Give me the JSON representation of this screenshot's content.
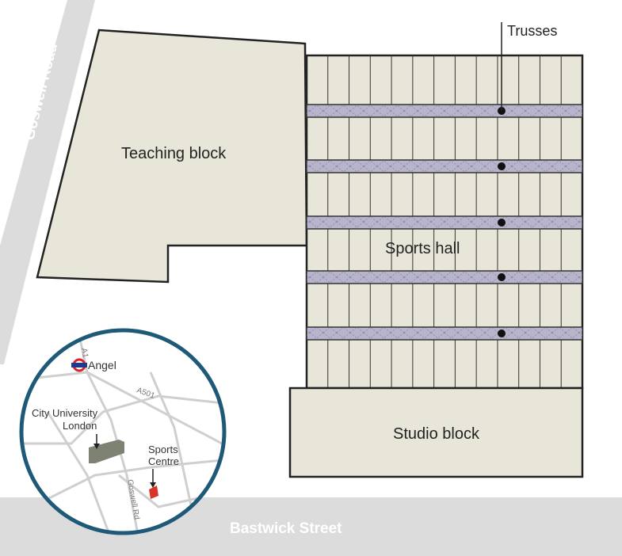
{
  "roads": {
    "goswell_road": "Goswell Road",
    "bastwick_street": "Bastwick Street"
  },
  "buildings": {
    "teaching_block": "Teaching block",
    "sports_hall": "Sports hall",
    "studio_block": "Studio block"
  },
  "annotations": {
    "trusses": "Trusses"
  },
  "inset_map": {
    "angel": "Angel",
    "a1": "A1",
    "a501": "A501",
    "city_university_line1": "City University",
    "city_university_line2": "London",
    "sports_centre_line1": "Sports",
    "sports_centre_line2": "Centre",
    "goswell_rd": "Goswell Rd"
  },
  "colors": {
    "building_fill": "#e8e6d8",
    "truss_fill": "#b8b4cc",
    "road_fill": "#dcdcdc",
    "inset_border": "#1e5a78",
    "underground_red": "#d9252a",
    "underground_blue": "#1f3a8c",
    "city_university_fill": "#7d8272",
    "sports_centre_fill": "#d9342a"
  }
}
